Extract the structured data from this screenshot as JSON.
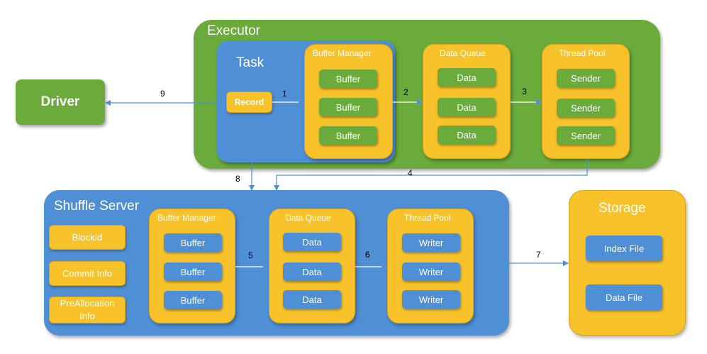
{
  "driver": {
    "label": "Driver"
  },
  "executor": {
    "title": "Executor",
    "task": {
      "title": "Task",
      "record": "Record"
    },
    "buffer_manager": {
      "title": "Buffer Manager",
      "items": [
        "Buffer",
        "Buffer",
        "Buffer"
      ]
    },
    "data_queue": {
      "title": "Data Queue",
      "items": [
        "Data",
        "Data",
        "Data"
      ]
    },
    "thread_pool": {
      "title": "Thread Pool",
      "items": [
        "Sender",
        "Sender",
        "Sender"
      ]
    }
  },
  "shuffle_server": {
    "title": "Shuffle Server",
    "meta": [
      "BlockId",
      "Commit Info",
      "PreAllocation Info"
    ],
    "buffer_manager": {
      "title": "Buffer Manager",
      "items": [
        "Buffer",
        "Buffer",
        "Buffer"
      ]
    },
    "data_queue": {
      "title": "Data Queue",
      "items": [
        "Data",
        "Data",
        "Data"
      ]
    },
    "thread_pool": {
      "title": "Thread Pool",
      "items": [
        "Writer",
        "Writer",
        "Writer"
      ]
    }
  },
  "storage": {
    "title": "Storage",
    "items": [
      "Index File",
      "Data File"
    ]
  },
  "arrows": [
    "1",
    "2",
    "3",
    "4",
    "5",
    "6",
    "7",
    "8",
    "9"
  ],
  "colors": {
    "green": "#6aab3c",
    "blue": "#4f8fd6",
    "orange": "#f7c22a",
    "arrow": "#4f8fd6"
  }
}
